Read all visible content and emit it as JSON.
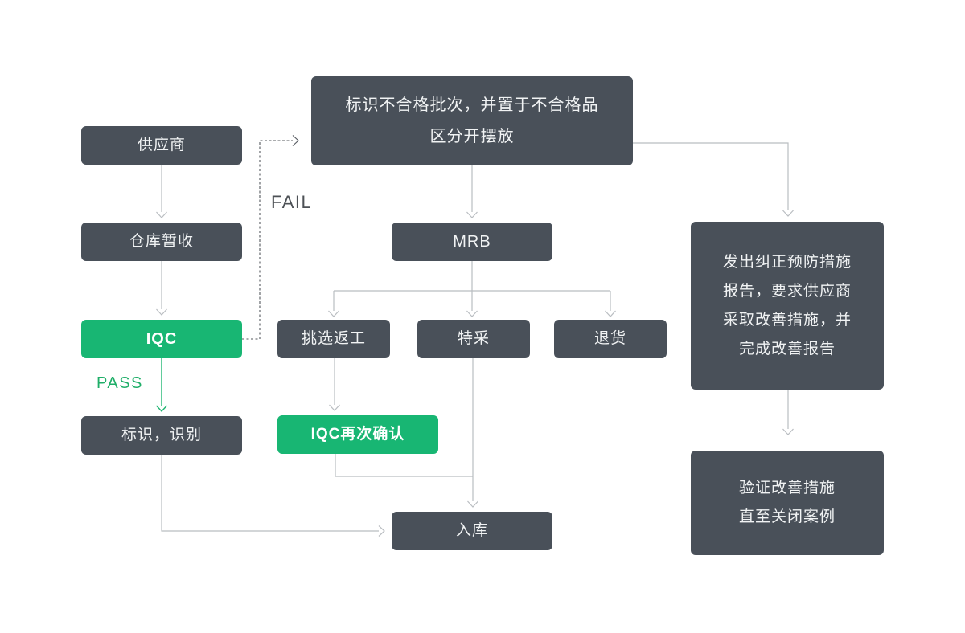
{
  "colors": {
    "box_dark": "#495059",
    "box_green": "#18b673",
    "arrow_gray": "#b9bdc1",
    "arrow_green": "#1fb571",
    "dashed_line": "#54585e",
    "pass_label": "#1fae68",
    "fail_label": "#4d5156",
    "background": "#ffffff"
  },
  "nodes": {
    "supplier": {
      "label": "供应商"
    },
    "warehouse_receive": {
      "label": "仓库暂收"
    },
    "iqc": {
      "label": "IQC"
    },
    "mark_identify": {
      "label": "标识，识别"
    },
    "nonconforming": {
      "lines": [
        "标识不合格批次，并置于不合格品",
        "区分开摆放"
      ]
    },
    "mrb": {
      "label": "MRB"
    },
    "sort_rework": {
      "label": "挑选返工"
    },
    "special_accept": {
      "label": "特采"
    },
    "return_goods": {
      "label": "退货"
    },
    "iqc_reconfirm": {
      "label": "IQC再次确认"
    },
    "warehouse_in": {
      "label": "入库"
    },
    "capa_report": {
      "lines": [
        "发出纠正预防措施",
        "报告，要求供应商",
        "采取改善措施，并",
        "完成改善报告"
      ]
    },
    "verify_close": {
      "lines": [
        "验证改善措施",
        "直至关闭案例"
      ]
    }
  },
  "edge_labels": {
    "pass": "PASS",
    "fail": "FAIL"
  }
}
